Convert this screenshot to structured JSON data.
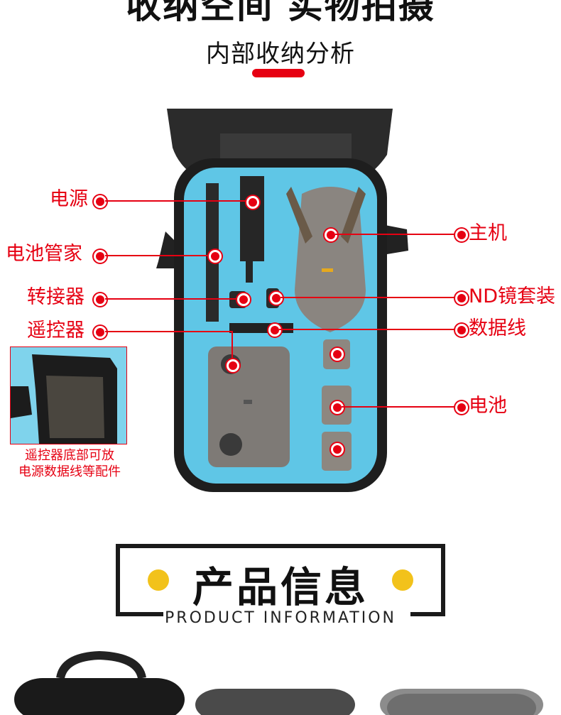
{
  "header": {
    "title": "收纳空间 实物拍摄",
    "subtitle": "内部收纳分析"
  },
  "labels": {
    "left": [
      "电源",
      "电池管家",
      "转接器",
      "遥控器"
    ],
    "right": [
      "主机",
      "ND镜套装",
      "数据线",
      "电池"
    ]
  },
  "inset": {
    "caption_line1": "遥控器底部可放",
    "caption_line2": "电源数据线等配件"
  },
  "product_info": {
    "title": "产品信息",
    "subtitle": "PRODUCT INFORMATION"
  },
  "colors": {
    "accent_red": "#e60012",
    "foam_blue": "#5fc6e6",
    "yellow": "#f2c21b"
  }
}
